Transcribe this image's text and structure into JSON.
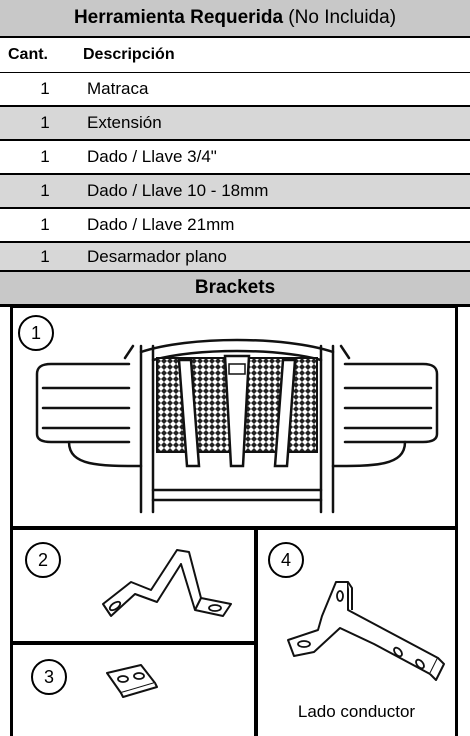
{
  "tools": {
    "title_bold": "Herramienta Requerida",
    "title_note": " (No Incluida)",
    "col_qty": "Cant.",
    "col_desc": "Descripción",
    "rows": [
      {
        "qty": "1",
        "desc": "Matraca"
      },
      {
        "qty": "1",
        "desc": "Extensión"
      },
      {
        "qty": "1",
        "desc": "Dado / Llave 3/4\""
      },
      {
        "qty": "1",
        "desc": "Dado / Llave 10 - 18mm"
      },
      {
        "qty": "1",
        "desc": "Dado / Llave 21mm"
      },
      {
        "qty": "1",
        "desc": "Desarmador plano"
      }
    ]
  },
  "brackets": {
    "title": "Brackets",
    "items": [
      {
        "num": "1"
      },
      {
        "num": "2"
      },
      {
        "num": "3"
      },
      {
        "num": "4",
        "caption": "Lado conductor"
      }
    ]
  },
  "colors": {
    "header_bg": "#c8c8c8",
    "alt_row_bg": "#d7d7d7"
  }
}
